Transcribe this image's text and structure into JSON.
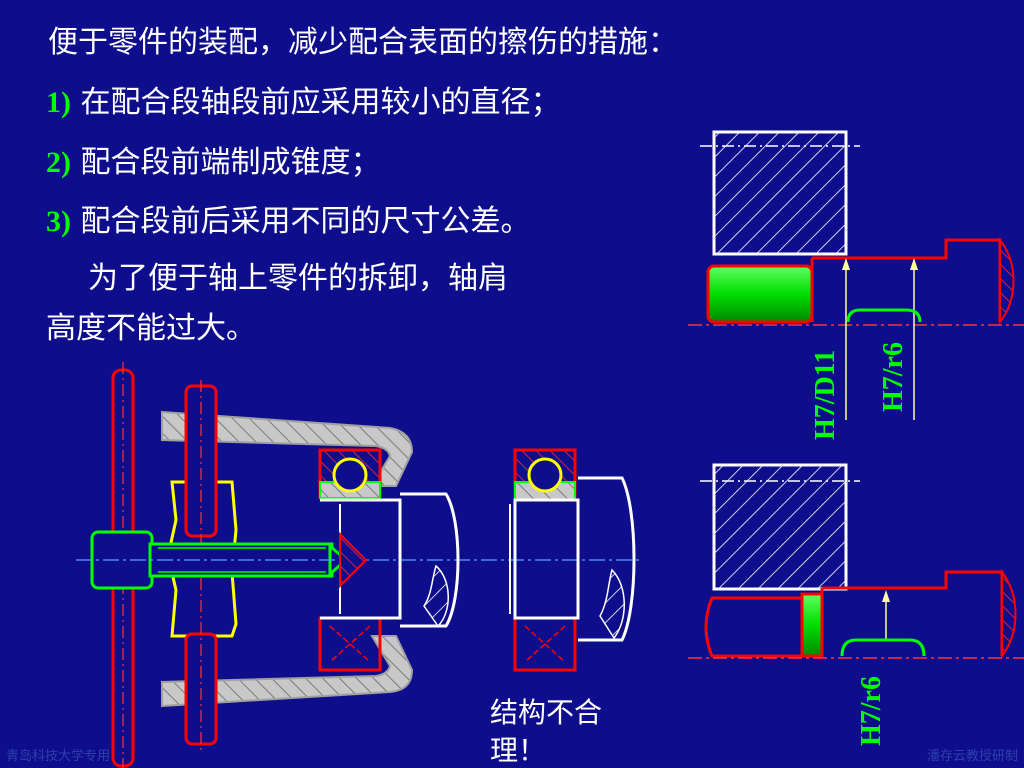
{
  "title": "便于零件的装配，减少配合表面的擦伤的措施：",
  "items": [
    {
      "num": "1)",
      "text": "在配合段轴段前应采用较小的直径；"
    },
    {
      "num": "2)",
      "text": "配合段前端制成锥度；"
    },
    {
      "num": "3)",
      "text": "配合段前后采用不同的尺寸公差。"
    }
  ],
  "para_line1": "为了便于轴上零件的拆卸，轴肩",
  "para_line2": "高度不能过大。",
  "caption_line1": "结构不合",
  "caption_line2": "理！",
  "labels": {
    "top_left": "H7/D11",
    "top_right": "H7/r6",
    "bottom": "H7/r6"
  },
  "footer": {
    "left": "青岛科技大学专用",
    "right": "潘存云教授研制"
  },
  "colors": {
    "background": "#0e0e8c",
    "outline": "#ff0000",
    "hatch_fill": "#c0c0c0",
    "highlight": "#00ff00",
    "bearing_ball": "#ffff00",
    "centerline": "#ff3333",
    "label": "#00ff00"
  }
}
